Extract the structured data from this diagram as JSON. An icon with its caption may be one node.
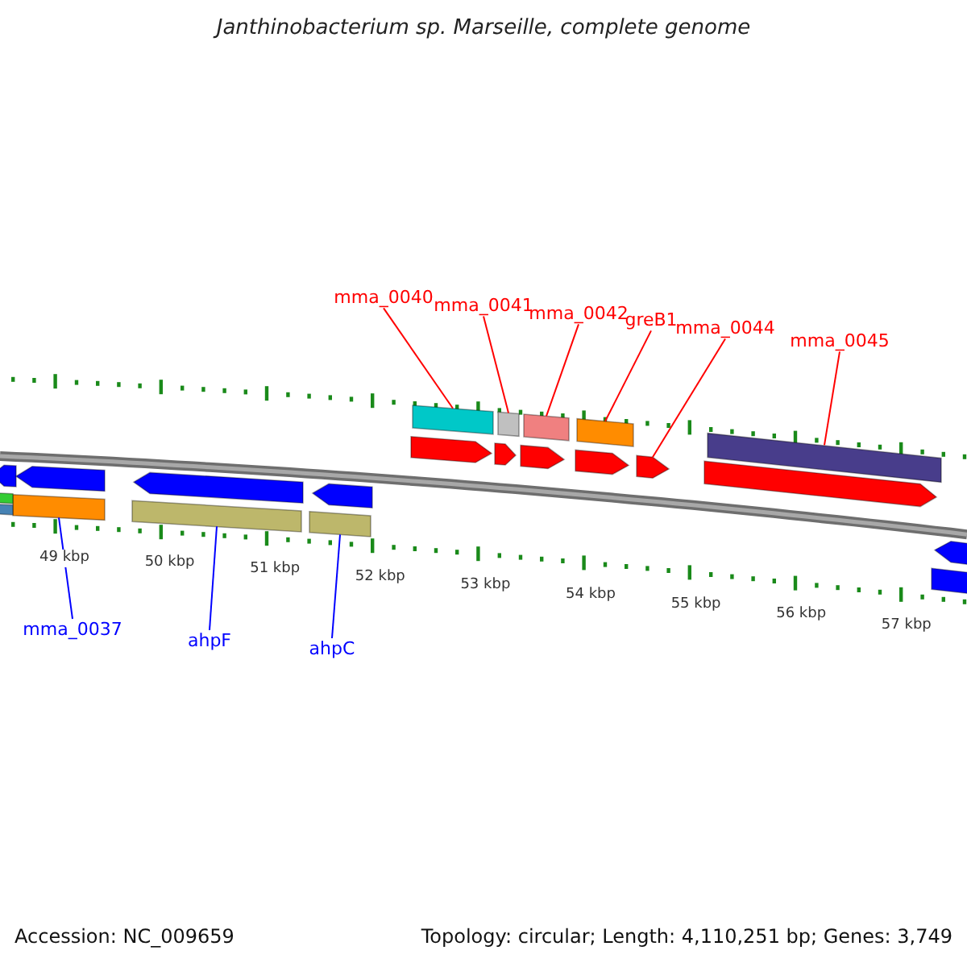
{
  "diagram": {
    "title": "Janthinobacterium sp. Marseille, complete genome",
    "nodes": [
      {
        "text": [
          "mma_0040"
        ]
      },
      {
        "text": [
          "mma_0041"
        ]
      },
      {
        "text": [
          "mma_0042"
        ]
      },
      {
        "text": [
          "greB1"
        ]
      },
      {
        "text": [
          "mma_0044"
        ]
      },
      {
        "text": [
          "mma_0045"
        ]
      },
      {
        "text": [
          "mma_0037"
        ]
      },
      {
        "text": [
          "ahpF"
        ]
      },
      {
        "text": [
          "ahpC"
        ]
      },
      {
        "text": [],
        "shape": "bar"
      },
      {
        "text": [],
        "shape": "bar"
      },
      {
        "text": [],
        "shape": "bar"
      },
      {
        "text": [],
        "shape": "bar"
      },
      {
        "text": [],
        "shape": "arrow"
      },
      {
        "text": [],
        "shape": "bar"
      },
      {
        "text": [],
        "shape": "bar"
      },
      {
        "text": [],
        "shape": "bar"
      },
      {
        "text": [],
        "shape": "bar"
      },
      {
        "text": [],
        "shape": "arrow"
      },
      {
        "text": [],
        "shape": "bar"
      },
      {
        "text": [],
        "shape": "bar"
      },
      {
        "text": [],
        "shape": "arrow"
      },
      {
        "text": [],
        "shape": "arrow"
      },
      {
        "text": [],
        "shape": "arrow"
      },
      {
        "text": [],
        "shape": "arrow"
      },
      {
        "text": [],
        "shape": "arrow"
      },
      {
        "text": [],
        "shape": "arrow"
      },
      {
        "text": [],
        "shape": "arrow"
      },
      {
        "text": [],
        "shape": "arrow"
      },
      {
        "text": [],
        "shape": "arrow"
      },
      {
        "text": [],
        "shape": "bar"
      }
    ],
    "edges": [
      {
        "from": 0,
        "to": 9,
        "arrow": "none"
      },
      {
        "from": 1,
        "to": 10,
        "arrow": "none"
      },
      {
        "from": 2,
        "to": 11,
        "arrow": "none"
      },
      {
        "from": 3,
        "to": 12,
        "arrow": "none"
      },
      {
        "from": 4,
        "to": 13,
        "arrow": "none"
      },
      {
        "from": 5,
        "to": 14,
        "arrow": "none"
      },
      {
        "from": 6,
        "to": 15,
        "arrow": "none",
        "color": "#0000ff"
      },
      {
        "from": 7,
        "to": 16,
        "arrow": "none",
        "color": "#0000ff"
      },
      {
        "from": 8,
        "to": 17,
        "arrow": "none",
        "color": "#0000ff"
      }
    ],
    "labels": [
      "49 kbp",
      "50 kbp",
      "51 kbp",
      "52 kbp",
      "53 kbp",
      "54 kbp",
      "55 kbp",
      "56 kbp",
      "57 kbp",
      "Accession: NC_009659",
      "Topology: circular; Length: 4,110,251 bp; Genes: 3,749"
    ]
  }
}
